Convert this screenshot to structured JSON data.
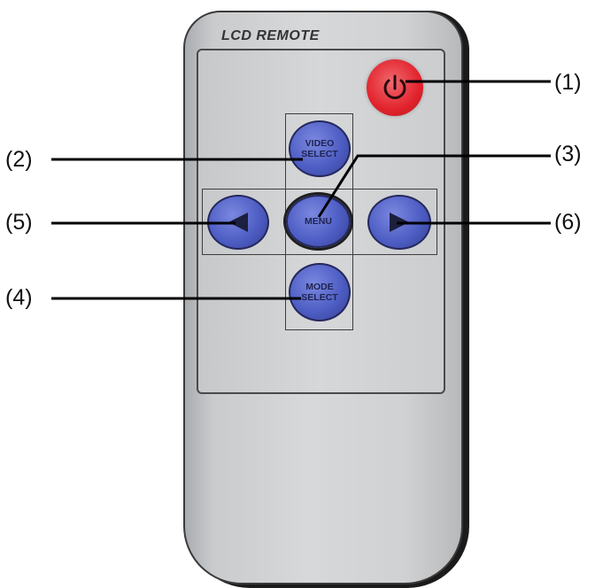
{
  "remote": {
    "brand": "LCD REMOTE",
    "colors": {
      "button_blue": "#4e5ec4",
      "power_red": "#e2232d",
      "body_silver": "#d7d8da"
    },
    "buttons": {
      "power": {
        "icon": "power-icon"
      },
      "video_select": "VIDEO SELECT",
      "menu": "MENU",
      "mode_select": "MODE SELECT",
      "left": {
        "icon": "arrow-left-icon"
      },
      "right": {
        "icon": "arrow-right-icon"
      }
    }
  },
  "callouts": {
    "c1": "(1)",
    "c2": "(2)",
    "c3": "(3)",
    "c4": "(4)",
    "c5": "(5)",
    "c6": "(6)"
  }
}
